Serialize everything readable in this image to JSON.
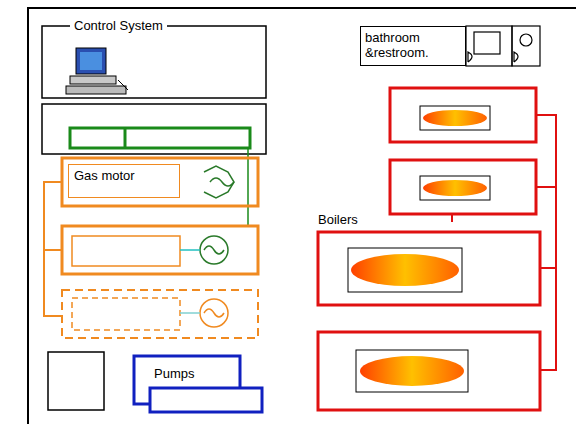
{
  "diagram": {
    "nodes": [
      {
        "text": [
          "Control System"
        ]
      },
      {
        "text": [
          "bathroom &restroom."
        ]
      },
      {
        "text": [
          "Gas motor"
        ]
      },
      {
        "text": [
          "Pumps"
        ]
      }
    ],
    "labels": [
      "Boilers"
    ]
  }
}
